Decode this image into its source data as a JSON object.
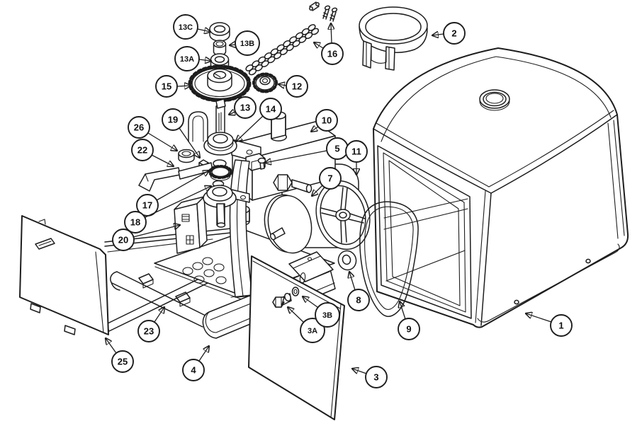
{
  "diagram": {
    "type": "exploded-parts-diagram",
    "description": "Black-and-white exploded view technical illustration of a chain-drive operator unit with numbered callout balloons and leader arrows",
    "background_color": "#ffffff",
    "line_color": "#1d1d1d",
    "callout_fill": "#ffffff",
    "callout_text_color": "#101010",
    "callouts": [
      {
        "id": "1",
        "label": "1"
      },
      {
        "id": "2",
        "label": "2"
      },
      {
        "id": "3",
        "label": "3"
      },
      {
        "id": "3A",
        "label": "3A"
      },
      {
        "id": "3B",
        "label": "3B"
      },
      {
        "id": "4",
        "label": "4"
      },
      {
        "id": "5",
        "label": "5"
      },
      {
        "id": "7",
        "label": "7"
      },
      {
        "id": "8",
        "label": "8"
      },
      {
        "id": "9",
        "label": "9"
      },
      {
        "id": "10",
        "label": "10"
      },
      {
        "id": "11",
        "label": "11"
      },
      {
        "id": "12",
        "label": "12"
      },
      {
        "id": "13",
        "label": "13"
      },
      {
        "id": "13A",
        "label": "13A"
      },
      {
        "id": "13B",
        "label": "13B"
      },
      {
        "id": "13C",
        "label": "13C"
      },
      {
        "id": "14",
        "label": "14"
      },
      {
        "id": "15",
        "label": "15"
      },
      {
        "id": "16",
        "label": "16"
      },
      {
        "id": "17",
        "label": "17"
      },
      {
        "id": "18",
        "label": "18"
      },
      {
        "id": "19",
        "label": "19"
      },
      {
        "id": "20",
        "label": "20"
      },
      {
        "id": "22",
        "label": "22"
      },
      {
        "id": "23",
        "label": "23"
      },
      {
        "id": "25",
        "label": "25"
      },
      {
        "id": "26",
        "label": "26"
      }
    ]
  }
}
